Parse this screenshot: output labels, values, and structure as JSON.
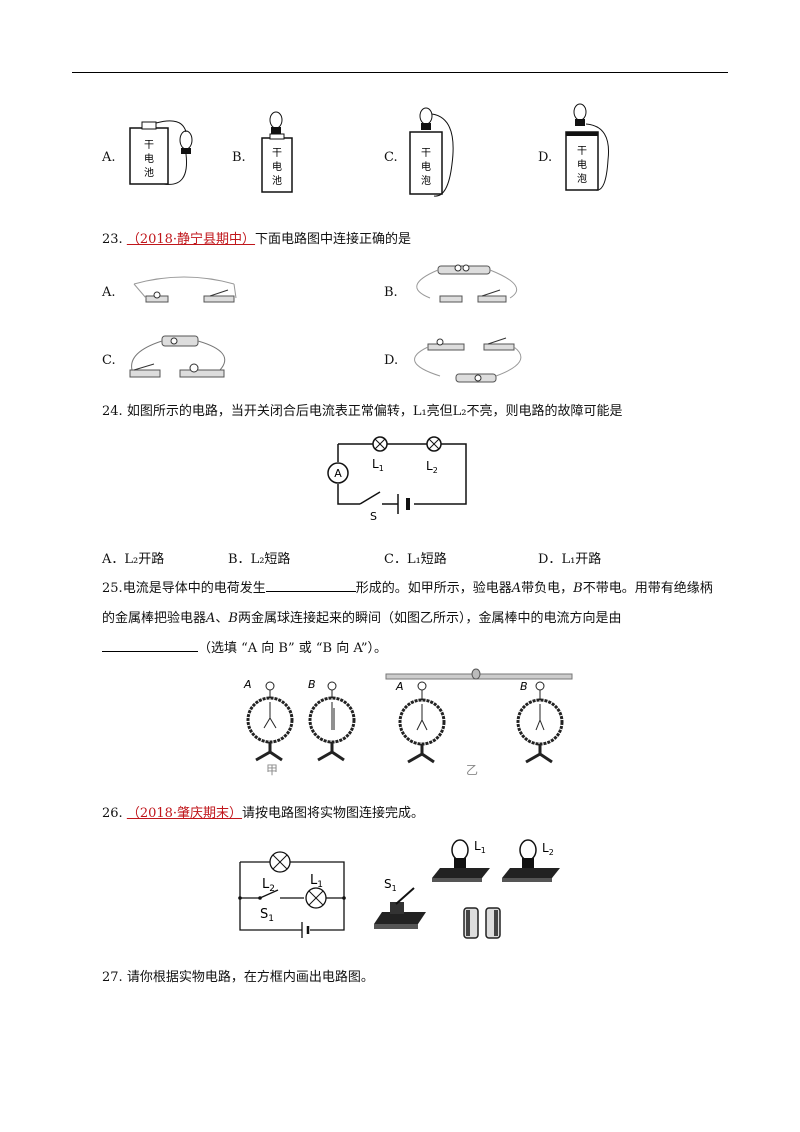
{
  "q22": {
    "options": [
      "A.",
      "B.",
      "C.",
      "D."
    ],
    "cell_text": [
      "干",
      "电",
      "池"
    ],
    "cell_text_alt": [
      "干",
      "电",
      "泡"
    ]
  },
  "q23": {
    "num": "23.",
    "source": "（2018·静宁县期中）",
    "stem": "下面电路图中连接正确的是",
    "options": [
      "A.",
      "B.",
      "C.",
      "D."
    ]
  },
  "q24": {
    "num": "24.",
    "stem": "如图所示的电路，当开关闭合后电流表正常偏转，L₁亮但L₂不亮，则电路的故障可能是",
    "diagram": {
      "ammeter": "A",
      "l1": "L",
      "l1_sub": "1",
      "l2": "L",
      "l2_sub": "2",
      "switch": "S"
    },
    "options": [
      {
        "label": "A．",
        "text": "L₂开路"
      },
      {
        "label": "B．",
        "text": "L₂短路"
      },
      {
        "label": "C．",
        "text": "L₁短路"
      },
      {
        "label": "D．",
        "text": "L₁开路"
      }
    ]
  },
  "q25": {
    "num": "25.",
    "line1_a": "电流是导体中的电荷发生",
    "line1_b": "形成的。如甲所示，验电器",
    "a_it": "A",
    "line1_c": "带负电，",
    "b_it": "B",
    "line1_d": "不带电。用带有绝缘柄",
    "line2_a": "的金属棒把验电器",
    "line2_b": "、",
    "line2_c": "两金属球连接起来的瞬间（如图乙所示），金属棒中的电流方向是由",
    "line3": "（选填 “A 向 B” 或 “B 向 A”）。",
    "labels": {
      "a": "A",
      "b": "B"
    },
    "captions": {
      "jia": "甲",
      "yi": "乙"
    }
  },
  "q26": {
    "num": "26.",
    "source": "（2018·肇庆期末）",
    "stem": "请按电路图将实物图连接完成。",
    "diagram": {
      "l2": "L",
      "l2_sub": "2",
      "l1": "L",
      "l1_sub": "1",
      "s1": "S",
      "s1_sub": "1"
    }
  },
  "q27": {
    "num": "27.",
    "stem": "请你根据实物电路，在方框内画出电路图。"
  }
}
